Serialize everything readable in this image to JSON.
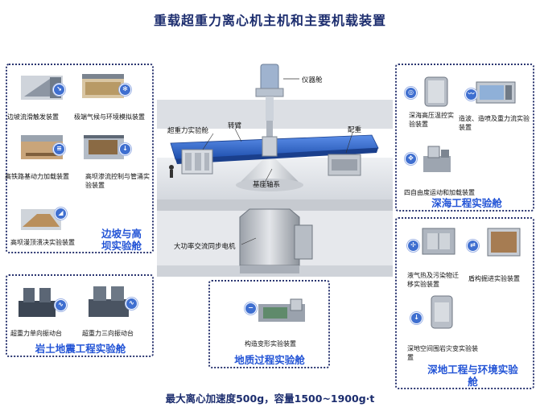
{
  "title": "重载超重力离心机主机和主要机载装置",
  "footer": "最大离心加速度500g，容量1500~1900g·t",
  "center": {
    "instrument_cabin": "仪器舱",
    "rotor_arm": "转臂",
    "cabin": "超重力实验舱",
    "counterweight": "配重",
    "base_shaft": "基座轴系",
    "motor": "大功率交流同步电机"
  },
  "panels": {
    "slope": {
      "title_line1": "边坡与高",
      "title_line2": "坝实验舱",
      "items": [
        {
          "label": "边坡流滑触发装置",
          "icon": "slope-icon"
        },
        {
          "label": "极端气候与环境模拟装置",
          "icon": "snowflake-icon"
        },
        {
          "label": "高铁路基动力加载装置",
          "icon": "rail-icon"
        },
        {
          "label": "高坝渗流控制与管涌实验装置",
          "icon": "seepage-icon"
        },
        {
          "label": "高坝漫顶溃决实验装置",
          "icon": "dam-icon"
        }
      ]
    },
    "deepsea": {
      "title": "深海工程实验舱",
      "items": [
        {
          "label": "深海高压温控实验装置",
          "icon": "pressure-icon"
        },
        {
          "label": "造波、造喷及重力流实验装置",
          "icon": "wave-icon"
        },
        {
          "label": "四自由度运动和加载装置",
          "icon": "motion-icon"
        }
      ]
    },
    "deepland": {
      "title_line1": "深地工程与环境实验",
      "title_line2": "舱",
      "items": [
        {
          "label": "液气热及污染物迁移实验装置",
          "icon": "fan-icon"
        },
        {
          "label": "盾构掘进实验装置",
          "icon": "tunnel-icon"
        },
        {
          "label": "深地空间围岩灾变实验装置",
          "icon": "drop-icon"
        }
      ]
    },
    "quake": {
      "title": "岩土地震工程实验舱",
      "items": [
        {
          "label": "超重力单向振动台",
          "icon": "vibration-icon"
        },
        {
          "label": "超重力三向振动台",
          "icon": "vibration3-icon"
        }
      ]
    },
    "geology": {
      "title": "地质过程实验舱",
      "items": [
        {
          "label": "构造变形实验装置",
          "icon": "minus-icon"
        }
      ]
    }
  },
  "colors": {
    "title": "#1c2d6e",
    "panel_title": "#2354d6",
    "badge": "#3f6fd0",
    "arm": "#2f6fd6"
  }
}
